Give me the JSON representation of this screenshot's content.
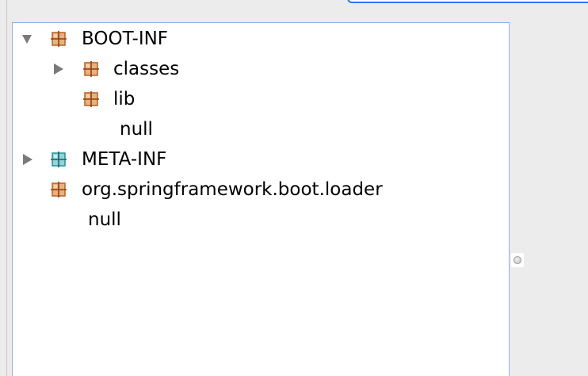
{
  "tree": {
    "nodes": [
      {
        "label": "BOOT-INF",
        "toggle": "expanded",
        "icon": "package-icon",
        "icon_color": "#c8743a"
      },
      {
        "label": "classes",
        "toggle": "collapsed",
        "icon": "package-icon",
        "icon_color": "#c8743a"
      },
      {
        "label": "lib",
        "toggle": "none",
        "icon": "package-icon",
        "icon_color": "#c8743a"
      },
      {
        "label": "null",
        "toggle": "none",
        "icon": "",
        "icon_color": ""
      },
      {
        "label": "META-INF",
        "toggle": "collapsed",
        "icon": "package-icon",
        "icon_color": "#2a8f9a"
      },
      {
        "label": "org.springframework.boot.loader",
        "toggle": "none",
        "icon": "package-icon",
        "icon_color": "#c8743a"
      },
      {
        "label": "null",
        "toggle": "none",
        "icon": "",
        "icon_color": ""
      }
    ]
  },
  "colors": {
    "panel_border": "#8bb3e6",
    "focus_ring": "#2f74f5",
    "background": "#ececec"
  }
}
